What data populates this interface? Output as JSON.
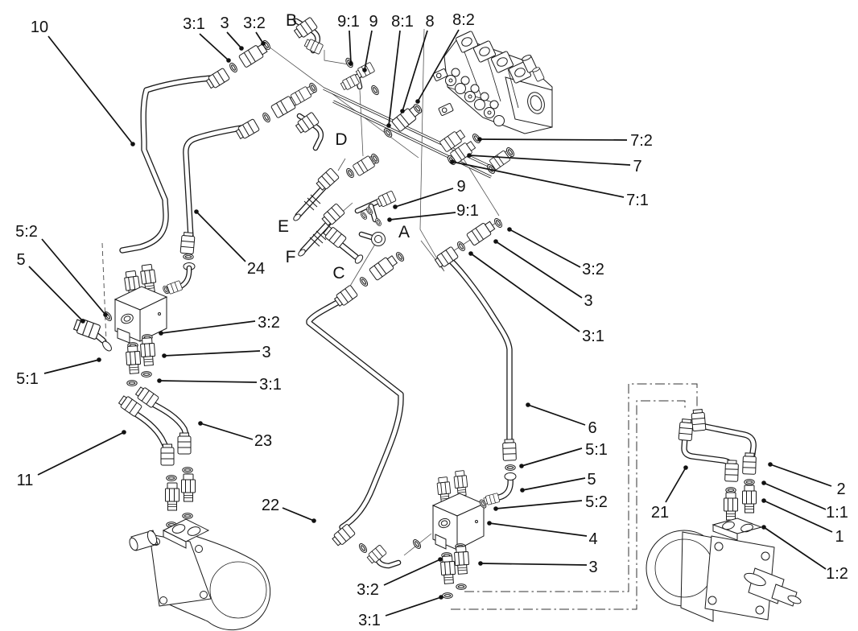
{
  "diagram": {
    "type": "exploded-parts-diagram",
    "subject": "hydraulic-hose-valve-and-wheel-motor-assembly",
    "background_color": "#ffffff",
    "line_color": "#1a1a1a",
    "callout_style": "leader-line-with-dot"
  },
  "callouts": [
    {
      "label": "10",
      "kind": "item"
    },
    {
      "label": "3:1",
      "kind": "item"
    },
    {
      "label": "3",
      "kind": "item"
    },
    {
      "label": "3:2",
      "kind": "item"
    },
    {
      "label": "B",
      "kind": "port-letter"
    },
    {
      "label": "9:1",
      "kind": "item"
    },
    {
      "label": "9",
      "kind": "item"
    },
    {
      "label": "8:1",
      "kind": "item"
    },
    {
      "label": "8",
      "kind": "item"
    },
    {
      "label": "8:2",
      "kind": "item"
    },
    {
      "label": "D",
      "kind": "port-letter"
    },
    {
      "label": "E",
      "kind": "port-letter"
    },
    {
      "label": "F",
      "kind": "port-letter"
    },
    {
      "label": "C",
      "kind": "port-letter"
    },
    {
      "label": "A",
      "kind": "port-letter"
    },
    {
      "label": "9",
      "kind": "item"
    },
    {
      "label": "9:1",
      "kind": "item"
    },
    {
      "label": "7:2",
      "kind": "item"
    },
    {
      "label": "7",
      "kind": "item"
    },
    {
      "label": "7:1",
      "kind": "item"
    },
    {
      "label": "3:2",
      "kind": "item"
    },
    {
      "label": "3",
      "kind": "item"
    },
    {
      "label": "3:1",
      "kind": "item"
    },
    {
      "label": "5:2",
      "kind": "item"
    },
    {
      "label": "5",
      "kind": "item"
    },
    {
      "label": "5:1",
      "kind": "item"
    },
    {
      "label": "24",
      "kind": "item"
    },
    {
      "label": "3:2",
      "kind": "item"
    },
    {
      "label": "3",
      "kind": "item"
    },
    {
      "label": "3:1",
      "kind": "item"
    },
    {
      "label": "23",
      "kind": "item"
    },
    {
      "label": "11",
      "kind": "item"
    },
    {
      "label": "22",
      "kind": "item"
    },
    {
      "label": "6",
      "kind": "item"
    },
    {
      "label": "5:1",
      "kind": "item"
    },
    {
      "label": "5",
      "kind": "item"
    },
    {
      "label": "5:2",
      "kind": "item"
    },
    {
      "label": "4",
      "kind": "item"
    },
    {
      "label": "3",
      "kind": "item"
    },
    {
      "label": "21",
      "kind": "item"
    },
    {
      "label": "2",
      "kind": "item"
    },
    {
      "label": "1:1",
      "kind": "item"
    },
    {
      "label": "1",
      "kind": "item"
    },
    {
      "label": "1:2",
      "kind": "item"
    },
    {
      "label": "3:2",
      "kind": "item"
    },
    {
      "label": "3:1",
      "kind": "item"
    }
  ]
}
